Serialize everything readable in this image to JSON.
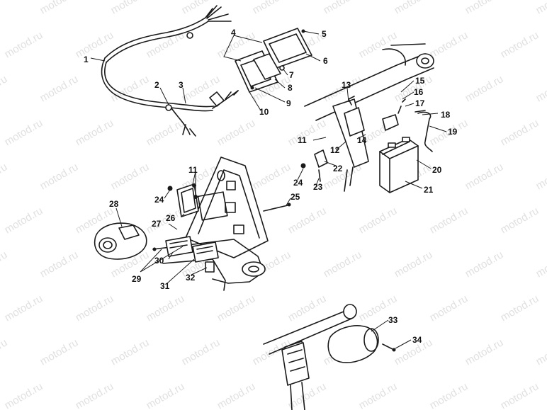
{
  "watermark": "motod.ru",
  "callouts": [
    {
      "id": "1",
      "label": "1"
    },
    {
      "id": "2",
      "label": "2"
    },
    {
      "id": "3",
      "label": "3"
    },
    {
      "id": "4",
      "label": "4"
    },
    {
      "id": "5",
      "label": "5"
    },
    {
      "id": "6",
      "label": "6"
    },
    {
      "id": "7",
      "label": "7"
    },
    {
      "id": "8",
      "label": "8"
    },
    {
      "id": "9",
      "label": "9"
    },
    {
      "id": "10",
      "label": "10"
    },
    {
      "id": "11a",
      "label": "11"
    },
    {
      "id": "11b",
      "label": "11"
    },
    {
      "id": "12",
      "label": "12"
    },
    {
      "id": "13",
      "label": "13"
    },
    {
      "id": "14",
      "label": "14"
    },
    {
      "id": "15",
      "label": "15"
    },
    {
      "id": "16",
      "label": "16"
    },
    {
      "id": "17",
      "label": "17"
    },
    {
      "id": "18",
      "label": "18"
    },
    {
      "id": "19",
      "label": "19"
    },
    {
      "id": "20",
      "label": "20"
    },
    {
      "id": "21",
      "label": "21"
    },
    {
      "id": "22",
      "label": "22"
    },
    {
      "id": "23",
      "label": "23"
    },
    {
      "id": "24a",
      "label": "24"
    },
    {
      "id": "24b",
      "label": "24"
    },
    {
      "id": "25",
      "label": "25"
    },
    {
      "id": "26",
      "label": "26"
    },
    {
      "id": "27",
      "label": "27"
    },
    {
      "id": "28",
      "label": "28"
    },
    {
      "id": "29",
      "label": "29"
    },
    {
      "id": "30",
      "label": "30"
    },
    {
      "id": "31",
      "label": "31"
    },
    {
      "id": "32",
      "label": "32"
    },
    {
      "id": "33",
      "label": "33"
    },
    {
      "id": "34",
      "label": "34"
    }
  ]
}
